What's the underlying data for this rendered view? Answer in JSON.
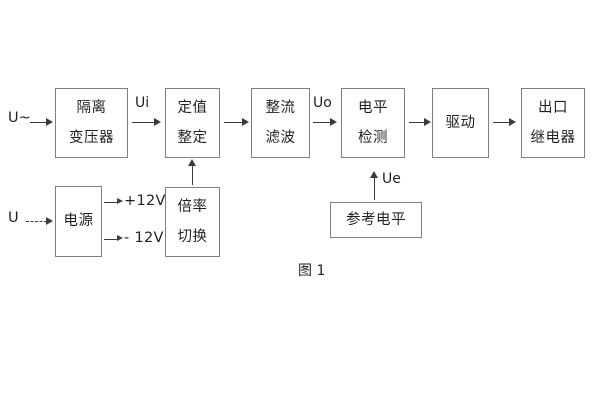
{
  "figure": {
    "caption": "图 1",
    "background_color": "#ffffff",
    "box_border_color": "#7f7f7f",
    "line_color": "#3c3c3c",
    "text_color": "#231f20"
  },
  "blocks": [
    {
      "id": "isolation-transformer",
      "lines": [
        "隔离",
        "变压器"
      ]
    },
    {
      "id": "setting-value",
      "lines": [
        "定值",
        "整定"
      ]
    },
    {
      "id": "rectify-filter",
      "lines": [
        "整流",
        "滤波"
      ]
    },
    {
      "id": "level-detection",
      "lines": [
        "电平",
        "检测"
      ]
    },
    {
      "id": "drive",
      "lines": [
        "驱动"
      ]
    },
    {
      "id": "output-relay",
      "lines": [
        "出口",
        "继电器"
      ]
    },
    {
      "id": "power-supply",
      "lines": [
        "电源"
      ]
    },
    {
      "id": "multiplier-switch",
      "lines": [
        "倍率",
        "切换"
      ]
    },
    {
      "id": "reference-level",
      "lines": [
        "参考电平"
      ]
    }
  ],
  "signals": {
    "input_ac": "U~",
    "input_dc": "U",
    "ui": "Ui",
    "uo": "Uo",
    "ue": "Ue",
    "rail_positive": "+12V",
    "rail_negative": "- 12V"
  }
}
